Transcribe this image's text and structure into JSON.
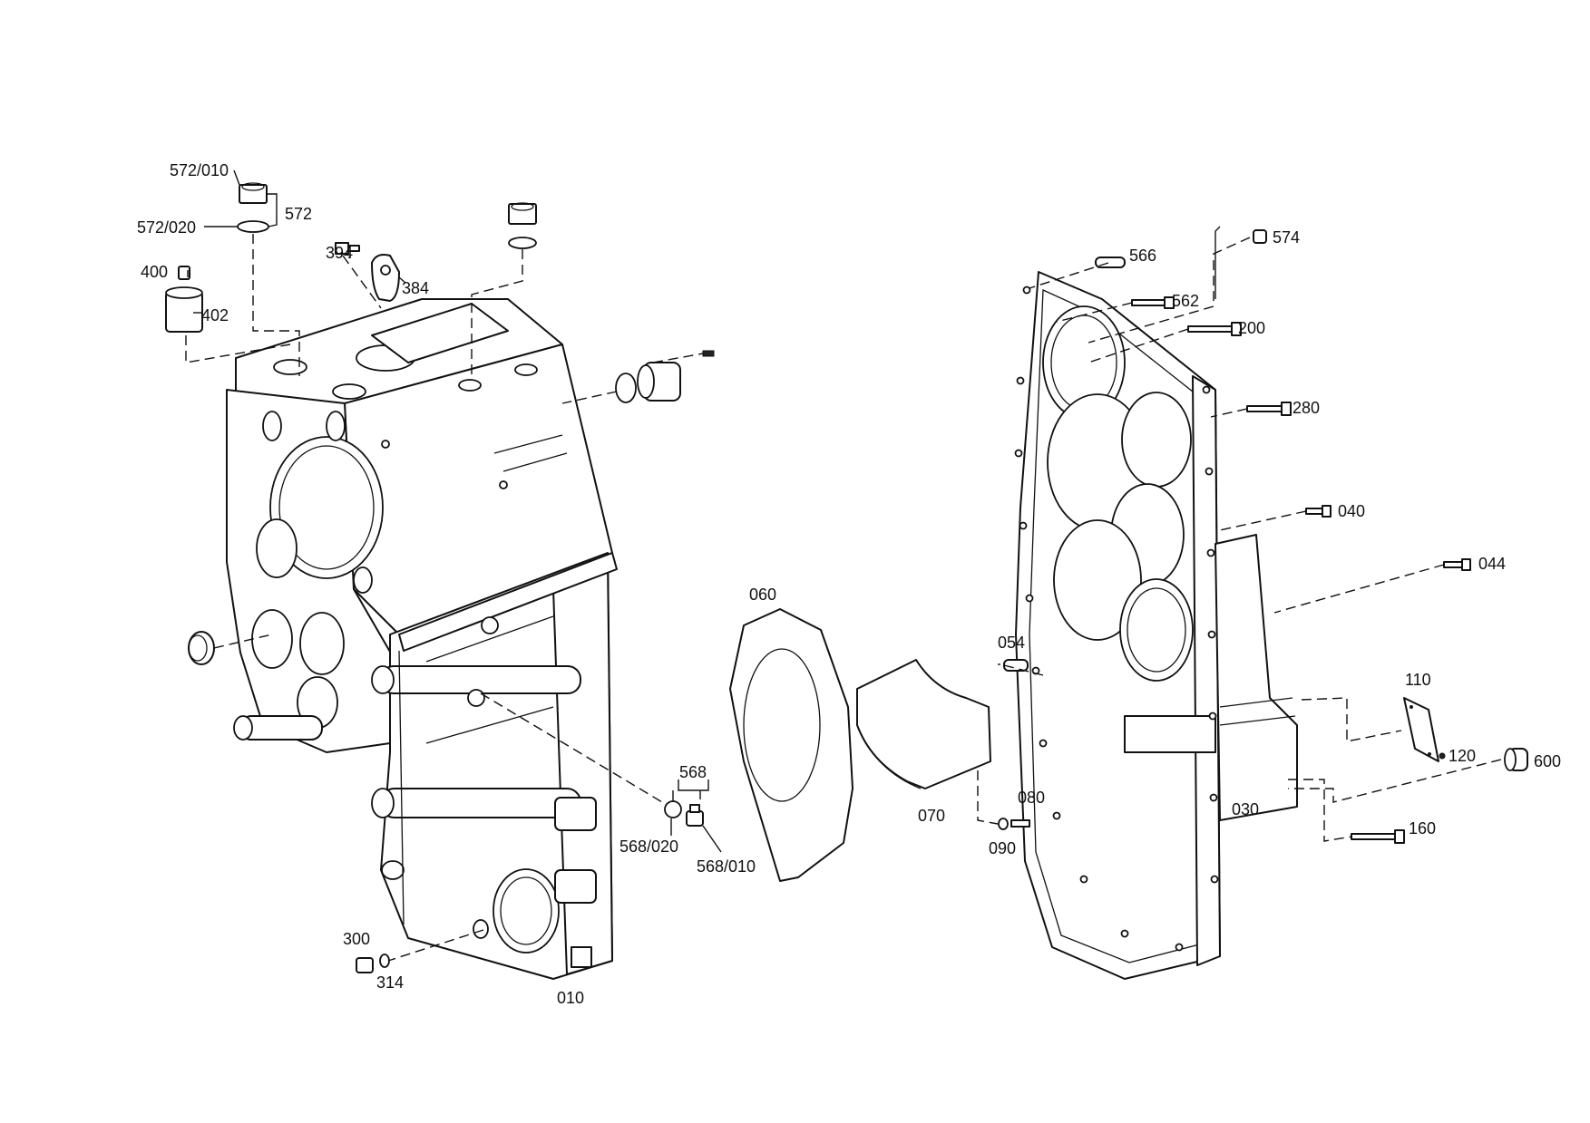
{
  "labels": {
    "l572_010": "572/010",
    "l572": "572",
    "l572_020": "572/020",
    "l394": "394",
    "l384": "384",
    "l400": "400",
    "l402": "402",
    "l566": "566",
    "l574": "574",
    "l562": "562",
    "l200": "200",
    "l280": "280",
    "l040": "040",
    "l044": "044",
    "l060": "060",
    "l054": "054",
    "l110": "110",
    "l120": "120",
    "l600": "600",
    "l568": "568",
    "l568_020": "568/020",
    "l568_010": "568/010",
    "l070": "070",
    "l080": "080",
    "l090": "090",
    "l030": "030",
    "l160": "160",
    "l300": "300",
    "l314": "314",
    "l010": "010"
  }
}
